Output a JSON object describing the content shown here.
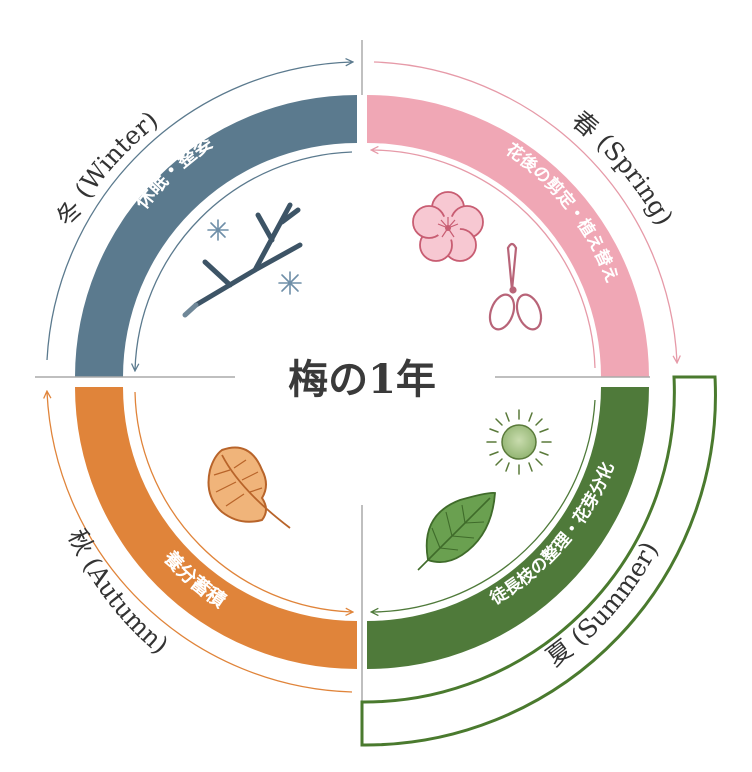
{
  "title": "梅の1年",
  "colors": {
    "winter": "#5b7a8e",
    "spring": "#f0a7b5",
    "summer": "#4f7a3a",
    "autumn": "#e0843a",
    "highlight": "#4a7a2e"
  },
  "seasons": [
    {
      "key": "winter",
      "name": "冬 (Winter)",
      "task": "休眠・整姿",
      "icon": "bare-branch-snow-icon"
    },
    {
      "key": "spring",
      "name": "春 (Spring)",
      "task": "花後の剪定・植え替え",
      "icon": "plum-blossom-shears-icon"
    },
    {
      "key": "summer",
      "name": "夏 (Summer)",
      "task": "徒長枝の整理・花芽分化",
      "icon": "sun-leaf-icon"
    },
    {
      "key": "autumn",
      "name": "秋 (Autumn)",
      "task": "養分蓄積",
      "icon": "fallen-leaf-icon"
    }
  ],
  "highlighted_season": "summer"
}
